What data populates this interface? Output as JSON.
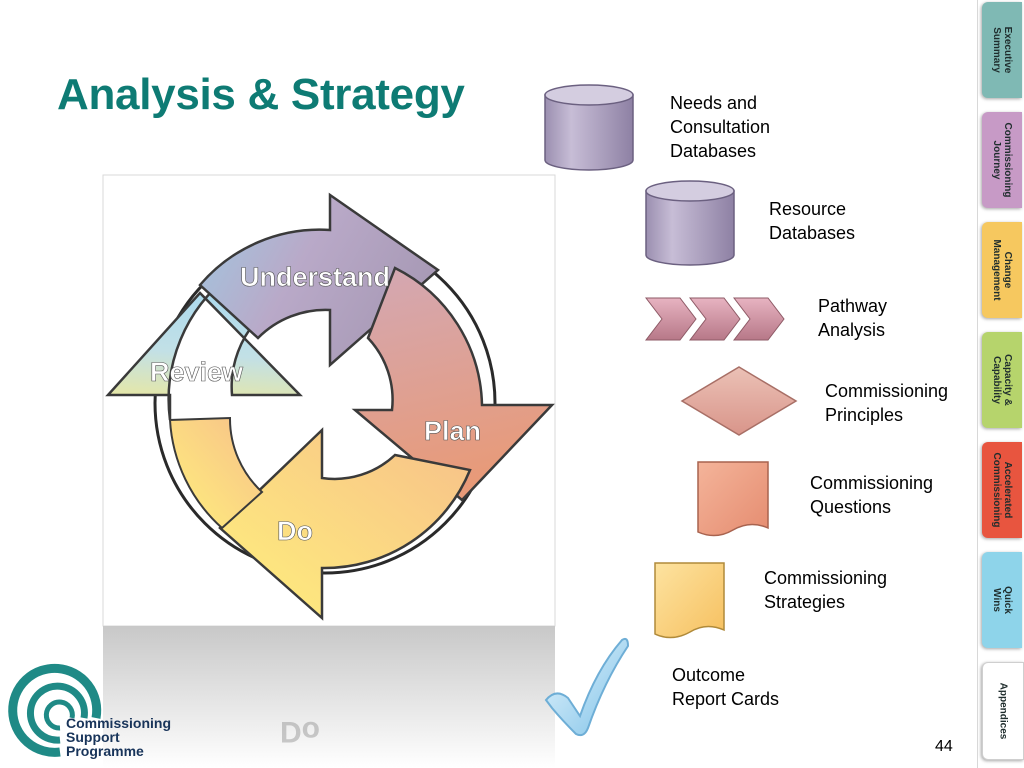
{
  "title": "Analysis & Strategy",
  "cycle": {
    "understand": "Understand",
    "plan": "Plan",
    "do": "Do",
    "review": "Review"
  },
  "legend": [
    {
      "icon": "database-icon",
      "label": "Needs and\nConsultation\nDatabases"
    },
    {
      "icon": "database-icon",
      "label": "Resource\nDatabases"
    },
    {
      "icon": "chevron-arrows-icon",
      "label": "Pathway\nAnalysis"
    },
    {
      "icon": "diamond-icon",
      "label": "Commissioning\nPrinciples"
    },
    {
      "icon": "document-icon",
      "label": "Commissioning\nQuestions"
    },
    {
      "icon": "document-icon",
      "label": "Commissioning\nStrategies"
    },
    {
      "icon": "checkmark-icon",
      "label": "Outcome\nReport Cards"
    }
  ],
  "page_number": "44",
  "logo": {
    "text": "Commissioning\nSupport\nProgramme"
  },
  "tabs": [
    {
      "label": "Executive\nSummary",
      "color": "#7fb9b4"
    },
    {
      "label": "Commissioning\nJourney",
      "color": "#c79ac6"
    },
    {
      "label": "Change\nManagement",
      "color": "#f6c85f"
    },
    {
      "label": "Capacity &\nCapability",
      "color": "#b6d46c"
    },
    {
      "label": "Accelerated\nCommissioning",
      "color": "#e8553f"
    },
    {
      "label": "Quick\nWins",
      "color": "#8ed4ea"
    },
    {
      "label": "Appendices",
      "color": "#ffffff"
    }
  ],
  "colors": {
    "title": "#0e7b74",
    "understand": "#b2a3c3",
    "plan": "#e79e84",
    "do": "#fde580",
    "review": "#a9daf0"
  }
}
